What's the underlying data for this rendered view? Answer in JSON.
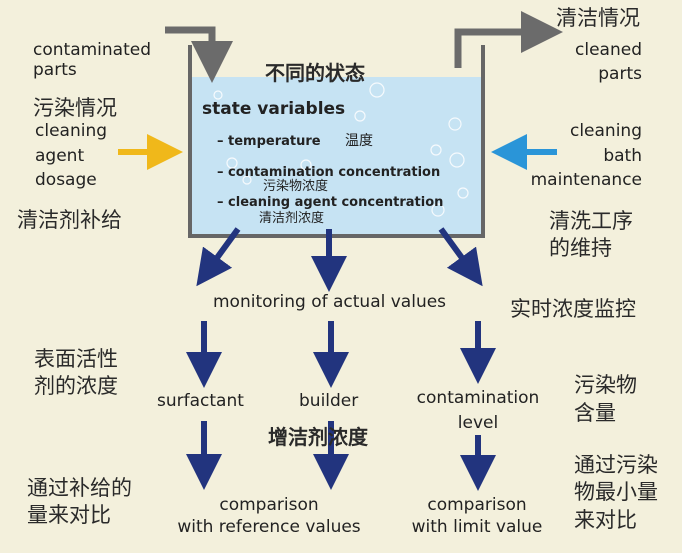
{
  "colors": {
    "background": "#f3f0dc",
    "bath_fill": "#c6e3f3",
    "tank_wall": "#666666",
    "arrow_navy": "#22347e",
    "arrow_gray": "#6b6b6b",
    "arrow_yellow": "#f0b81a",
    "arrow_blue": "#2a95d8"
  },
  "left": {
    "input_en": [
      "contaminated",
      "parts"
    ],
    "input_zh": "污染情况",
    "dosage_en": [
      "cleaning",
      "agent",
      "dosage"
    ],
    "dosage_zh": "清洁剂补给"
  },
  "right": {
    "output_zh": "清洁情况",
    "output_en": [
      "cleaned",
      "parts"
    ],
    "maintenance_en": [
      "cleaning",
      "bath",
      "maintenance"
    ],
    "maintenance_zh": [
      "清洗工序",
      "的维持"
    ]
  },
  "tank": {
    "title_zh": "不同的状态",
    "title_en": "state variables",
    "items": [
      {
        "en": "– temperature",
        "zh": "温度"
      },
      {
        "en": "– contamination concentration",
        "zh": "污染物浓度"
      },
      {
        "en": "– cleaning agent concentration",
        "zh": "清洁剂浓度"
      }
    ]
  },
  "monitoring": {
    "en": "monitoring of actual values",
    "zh": "实时浓度监控"
  },
  "measures": {
    "surfactant_zh": [
      "表面活性",
      "剂的浓度"
    ],
    "surfactant": "surfactant",
    "builder": "builder",
    "builder_zh": "增洁剂浓度",
    "contamination": [
      "contamination",
      "level"
    ],
    "contamination_zh": [
      "污染物",
      "含量"
    ]
  },
  "comparison": {
    "left_zh": [
      "通过补给的",
      "量来对比"
    ],
    "reference": [
      "comparison",
      "with reference values"
    ],
    "limit": [
      "comparison",
      "with limit value"
    ],
    "right_zh": [
      "通过污染",
      "物最小量",
      "来对比"
    ]
  }
}
